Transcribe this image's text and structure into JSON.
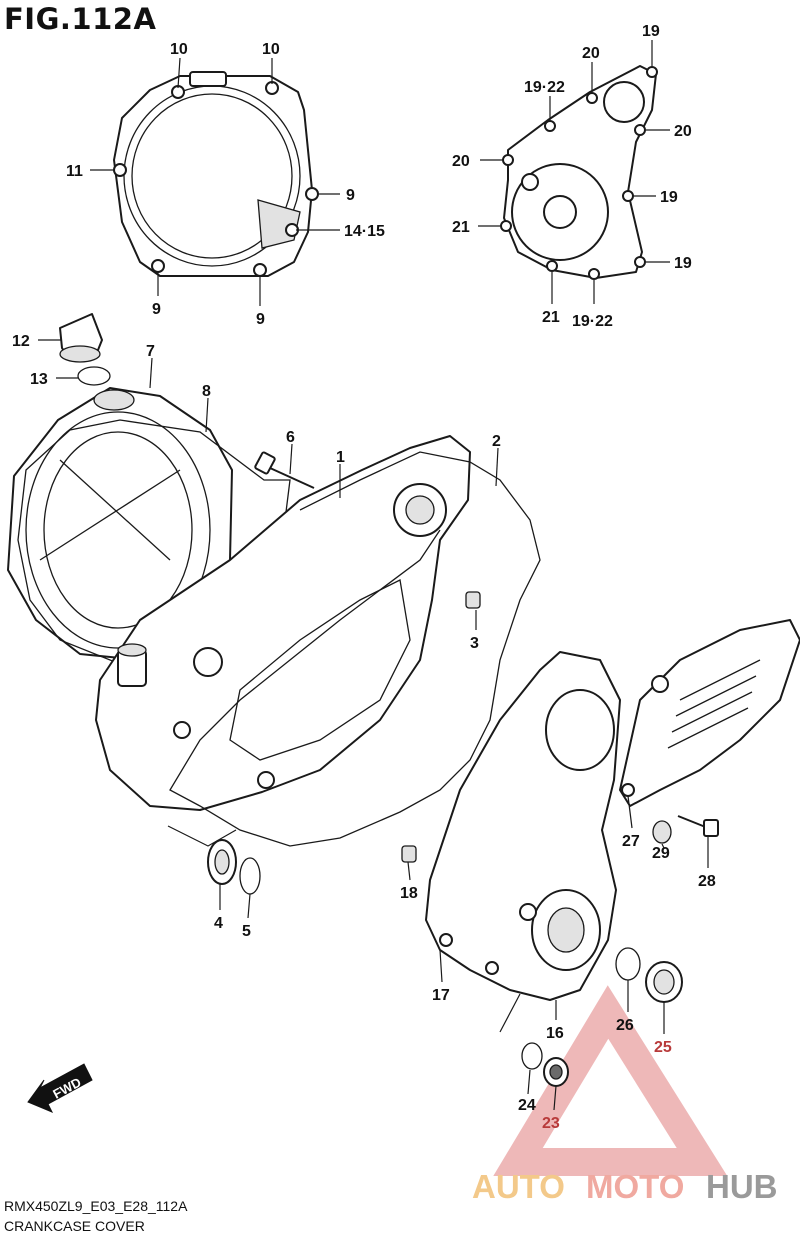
{
  "figure": {
    "title": "FIG.112A",
    "caption_code": "RMX450ZL9_E03_E28_112A",
    "caption_name": "CRANKCASE COVER",
    "fwd_label": "FWD"
  },
  "watermark": {
    "part_a": "AUTO",
    "part_b": "MOTO",
    "part_c": "HUB"
  },
  "callouts": [
    {
      "id": "c10a",
      "text": "10"
    },
    {
      "id": "c10b",
      "text": "10"
    },
    {
      "id": "c11",
      "text": "11"
    },
    {
      "id": "c9a",
      "text": "9"
    },
    {
      "id": "c1415",
      "text": "14·15"
    },
    {
      "id": "c9b",
      "text": "9"
    },
    {
      "id": "c9c",
      "text": "9"
    },
    {
      "id": "c19a",
      "text": "19"
    },
    {
      "id": "c20a",
      "text": "20"
    },
    {
      "id": "c1922a",
      "text": "19·22"
    },
    {
      "id": "c20b",
      "text": "20"
    },
    {
      "id": "c20c",
      "text": "20"
    },
    {
      "id": "c19b",
      "text": "19"
    },
    {
      "id": "c21a",
      "text": "21"
    },
    {
      "id": "c19c",
      "text": "19"
    },
    {
      "id": "c21b",
      "text": "21"
    },
    {
      "id": "c1922b",
      "text": "19·22"
    },
    {
      "id": "c12",
      "text": "12"
    },
    {
      "id": "c7",
      "text": "7"
    },
    {
      "id": "c13",
      "text": "13"
    },
    {
      "id": "c8",
      "text": "8"
    },
    {
      "id": "c6",
      "text": "6"
    },
    {
      "id": "c1",
      "text": "1"
    },
    {
      "id": "c2",
      "text": "2"
    },
    {
      "id": "c3",
      "text": "3"
    },
    {
      "id": "c27",
      "text": "27"
    },
    {
      "id": "c29",
      "text": "29"
    },
    {
      "id": "c28",
      "text": "28"
    },
    {
      "id": "c4",
      "text": "4"
    },
    {
      "id": "c5",
      "text": "5"
    },
    {
      "id": "c18",
      "text": "18"
    },
    {
      "id": "c17",
      "text": "17"
    },
    {
      "id": "c26",
      "text": "26"
    },
    {
      "id": "c16",
      "text": "16"
    },
    {
      "id": "c25",
      "text": "25"
    },
    {
      "id": "c24",
      "text": "24"
    },
    {
      "id": "c23",
      "text": "23"
    }
  ]
}
